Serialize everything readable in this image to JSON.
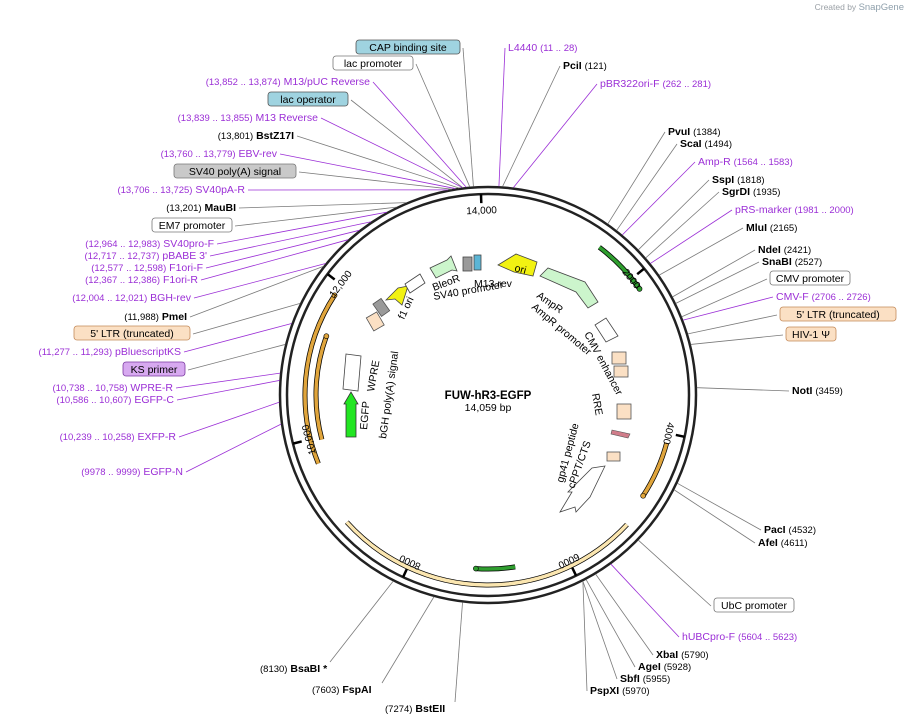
{
  "brand": {
    "created_by": "Created by",
    "name": "SnapGene"
  },
  "plasmid": {
    "name": "FUW-hR3-EGFP",
    "length": "14,059 bp"
  },
  "ticks": [
    "2000",
    "4000",
    "6000",
    "8000",
    "10,000",
    "12,000",
    "14,000"
  ],
  "features_inside": [
    "BleoR",
    "M13 rev",
    "SV40 promoter",
    "ori",
    "AmpR",
    "AmpR promoter",
    "CMV enhancer",
    "RRE",
    "gp41 peptide",
    "cPPT/CTS",
    "WPRE",
    "bGH poly(A) signal",
    "f1 ori",
    "EGFP"
  ],
  "labels_top": [
    {
      "name": "CAP binding site",
      "pos": "",
      "boxed": "blue"
    },
    {
      "name": "lac promoter",
      "pos": "",
      "boxed": "white"
    },
    {
      "name": "M13/pUC Reverse",
      "pos": "(13,852 .. 13,874)",
      "purple": true
    },
    {
      "name": "lac operator",
      "pos": "",
      "boxed": "blue"
    },
    {
      "name": "M13 Reverse",
      "pos": "(13,839 .. 13,855)",
      "purple": true
    },
    {
      "name": "BstZ17I",
      "pos": "(13,801)",
      "enzyme": true
    },
    {
      "name": "EBV-rev",
      "pos": "(13,760 .. 13,779)",
      "purple": true
    },
    {
      "name": "SV40 poly(A) signal",
      "pos": "",
      "boxed": "grey"
    },
    {
      "name": "SV40pA-R",
      "pos": "(13,706 .. 13,725)",
      "purple": true
    },
    {
      "name": "MauBI",
      "pos": "(13,201)",
      "enzyme": true
    },
    {
      "name": "EM7 promoter",
      "pos": "",
      "boxed": "white"
    },
    {
      "name": "SV40pro-F",
      "pos": "(12,964 .. 12,983)",
      "purple": true
    },
    {
      "name": "pBABE 3'",
      "pos": "(12,717 .. 12,737)",
      "purple": true
    },
    {
      "name": "F1ori-F",
      "pos": "(12,577 .. 12,598)",
      "purple": true
    },
    {
      "name": "F1ori-R",
      "pos": "(12,367 .. 12,386)",
      "purple": true
    },
    {
      "name": "BGH-rev",
      "pos": "(12,004 .. 12,021)",
      "purple": true
    },
    {
      "name": "PmeI",
      "pos": "(11,988)",
      "enzyme": true
    },
    {
      "name": "5' LTR (truncated)",
      "pos": "",
      "boxed": "peach"
    },
    {
      "name": "pBluescriptKS",
      "pos": "(11,277 .. 11,293)",
      "purple": true
    },
    {
      "name": "KS primer",
      "pos": "",
      "boxed": "purple"
    },
    {
      "name": "WPRE-R",
      "pos": "(10,738 .. 10,758)",
      "purple": true
    },
    {
      "name": "EGFP-C",
      "pos": "(10,586 .. 10,607)",
      "purple": true
    },
    {
      "name": "EXFP-R",
      "pos": "(10,239 .. 10,258)",
      "purple": true
    },
    {
      "name": "EGFP-N",
      "pos": "(9978 .. 9999)",
      "purple": true
    }
  ],
  "labels_right": [
    {
      "name": "L4440",
      "pos": "(11 .. 28)",
      "purple": true
    },
    {
      "name": "PciI",
      "pos": "(121)",
      "enzyme": true
    },
    {
      "name": "pBR322ori-F",
      "pos": "(262 .. 281)",
      "purple": true
    },
    {
      "name": "PvuI",
      "pos": "(1384)",
      "enzyme": true
    },
    {
      "name": "ScaI",
      "pos": "(1494)",
      "enzyme": true
    },
    {
      "name": "Amp-R",
      "pos": "(1564 .. 1583)",
      "purple": true
    },
    {
      "name": "SspI",
      "pos": "(1818)",
      "enzyme": true
    },
    {
      "name": "SgrDI",
      "pos": "(1935)",
      "enzyme": true
    },
    {
      "name": "pRS-marker",
      "pos": "(1981 .. 2000)",
      "purple": true
    },
    {
      "name": "MluI",
      "pos": "(2165)",
      "enzyme": true
    },
    {
      "name": "NdeI",
      "pos": "(2421)",
      "enzyme": true
    },
    {
      "name": "SnaBI",
      "pos": "(2527)",
      "enzyme": true
    },
    {
      "name": "CMV promoter",
      "pos": "",
      "boxed": "white"
    },
    {
      "name": "CMV-F",
      "pos": "(2706 .. 2726)",
      "purple": true
    },
    {
      "name": "5' LTR (truncated)",
      "pos": "",
      "boxed": "peach"
    },
    {
      "name": "HIV-1 Ψ",
      "pos": "",
      "boxed": "peach"
    },
    {
      "name": "NotI",
      "pos": "(3459)",
      "enzyme": true
    },
    {
      "name": "PacI",
      "pos": "(4532)",
      "enzyme": true
    },
    {
      "name": "AfeI",
      "pos": "(4611)",
      "enzyme": true
    },
    {
      "name": "UbC promoter",
      "pos": "",
      "boxed": "white"
    },
    {
      "name": "hUBCpro-F",
      "pos": "(5604 .. 5623)",
      "purple": true
    },
    {
      "name": "XbaI",
      "pos": "(5790)",
      "enzyme": true
    },
    {
      "name": "AgeI",
      "pos": "(5928)",
      "enzyme": true
    },
    {
      "name": "SbfI",
      "pos": "(5955)",
      "enzyme": true
    },
    {
      "name": "PspXI",
      "pos": "(5970)",
      "enzyme": true
    }
  ],
  "labels_bottom": [
    {
      "name": "BsaBI *",
      "pos": "(8130)",
      "enzyme": true
    },
    {
      "name": "FspAI",
      "pos": "(7603)",
      "enzyme": true
    },
    {
      "name": "BstEII",
      "pos": "(7274)",
      "enzyme": true
    }
  ],
  "colors": {
    "purple": "#9b2fd6",
    "blue_box": "#9fd3e0",
    "peach_box": "#fbe0c4",
    "purple_box": "#d7a9f0",
    "grey_box": "#c9c9c9",
    "orange_arc": "#e0a53c",
    "green_arc": "#2f9e2f",
    "egfp": "#22e622",
    "ori": "#f2f212"
  }
}
